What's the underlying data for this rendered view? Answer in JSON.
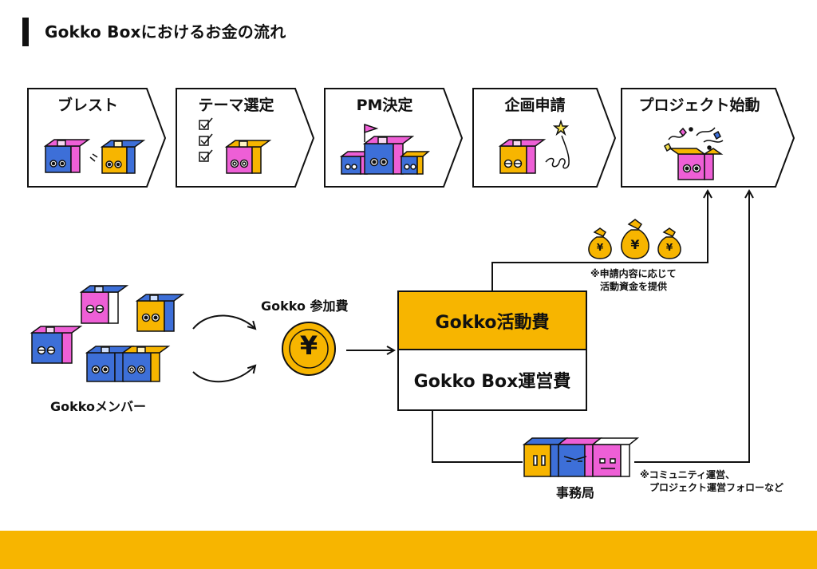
{
  "title": "Gokko Boxにおけるお金の流れ",
  "steps": [
    {
      "label": "ブレスト"
    },
    {
      "label": "テーマ選定"
    },
    {
      "label": "PM決定"
    },
    {
      "label": "企画申請"
    },
    {
      "label": "プロジェクト始動"
    }
  ],
  "members": {
    "label": "Gokkoメンバー"
  },
  "fee": {
    "label": "Gokko 参加費",
    "symbol": "¥"
  },
  "funds": {
    "activity": "Gokko活動費",
    "operation": "Gokko Box運営費"
  },
  "money_bags": {
    "symbol": "¥"
  },
  "funding_note": {
    "line1": "※申請内容に応じて",
    "line2": "活動資金を提供"
  },
  "office": {
    "label": "事務局"
  },
  "office_note": {
    "line1": "※コミュニティ運営、",
    "line2": "プロジェクト運営フォローなど"
  },
  "colors": {
    "accent": "#f7b500",
    "blue": "#3d6fd8",
    "pink": "#ee5fd6",
    "dark": "#111111"
  }
}
